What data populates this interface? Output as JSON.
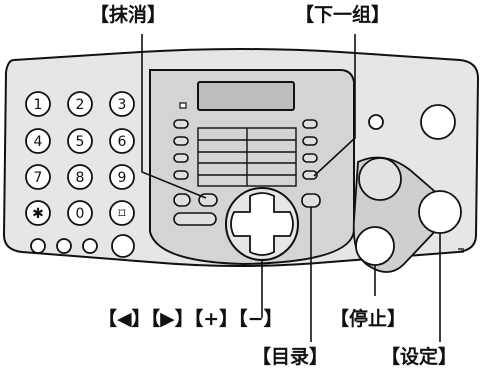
{
  "callouts": {
    "erase": "【抹消】",
    "next_group": "【下一组】",
    "navigation": "【◀】【▶】【+】【−】",
    "stop": "【停止】",
    "directory": "【目录】",
    "set": "【设定】"
  },
  "dial_keys": [
    "1",
    "2",
    "3",
    "4",
    "5",
    "6",
    "7",
    "8",
    "9",
    "✱",
    "0",
    "⌑"
  ],
  "colors": {
    "body_fill": "#e6e6e6",
    "panel_fill": "#d4d4d4",
    "outline": "#111111"
  }
}
